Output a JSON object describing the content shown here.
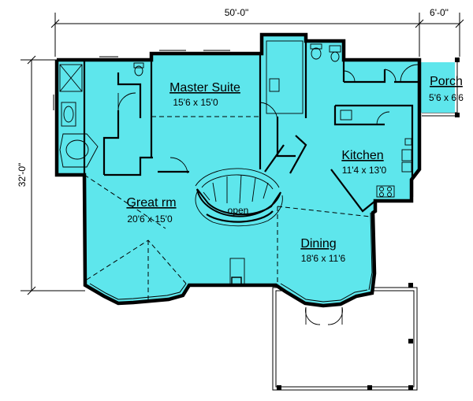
{
  "colors": {
    "floor": "#5ee6ec",
    "line": "#000000",
    "background": "#ffffff"
  },
  "dimensions": {
    "overall_width": "50'-0\"",
    "porch_width": "6'-0\"",
    "overall_depth": "32'-0\""
  },
  "rooms": {
    "master_suite": {
      "name": "Master Suite",
      "size": "15'6 x 15'0"
    },
    "great_room": {
      "name": "Great rm",
      "size": "20'6 x 15'0"
    },
    "kitchen": {
      "name": "Kitchen",
      "size": "11'4 x 13'0"
    },
    "dining": {
      "name": "Dining",
      "size": "18'6 x 11'6"
    },
    "porch": {
      "name": "Porch",
      "size": "5'6 x 6'6"
    }
  },
  "annotations": {
    "open_label": "open"
  }
}
